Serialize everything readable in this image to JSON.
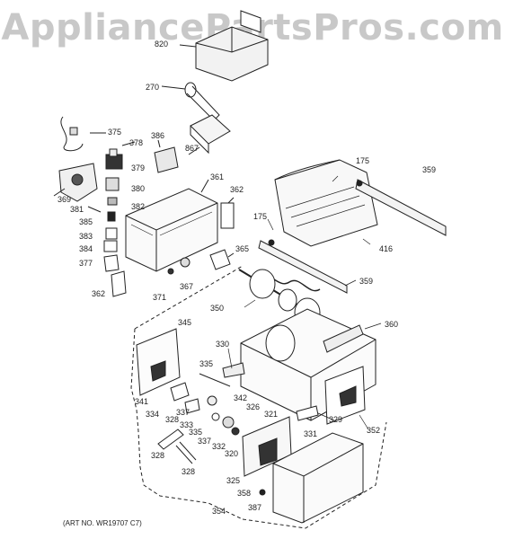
{
  "watermark": "AppliancePartsPros.com",
  "art_number": "(ART NO. WR19707 C7)",
  "callouts": {
    "c820": "820",
    "c270": "270",
    "c867": "867",
    "c386": "386",
    "c375": "375",
    "c378": "378",
    "c379": "379",
    "c380": "380",
    "c369": "369",
    "c381": "381",
    "c382": "382",
    "c385": "385",
    "c383": "383",
    "c384": "384",
    "c377": "377",
    "c361": "361",
    "c362a": "362",
    "c362b": "362",
    "c365": "365",
    "c367": "367",
    "c371": "371",
    "c175a": "175",
    "c175b": "175",
    "c359a": "359",
    "c359b": "359",
    "c416": "416",
    "c350": "350",
    "c360": "360",
    "c345": "345",
    "c330": "330",
    "c335a": "335",
    "c335b": "335",
    "c341": "341",
    "c334": "334",
    "c337a": "337",
    "c337b": "337",
    "c333": "333",
    "c342": "342",
    "c326": "326",
    "c321": "321",
    "c331": "331",
    "c329": "329",
    "c352": "352",
    "c328a": "328",
    "c328b": "328",
    "c328c": "328",
    "c332": "332",
    "c320": "320",
    "c325": "325",
    "c358": "358",
    "c354": "354",
    "c387": "387"
  }
}
